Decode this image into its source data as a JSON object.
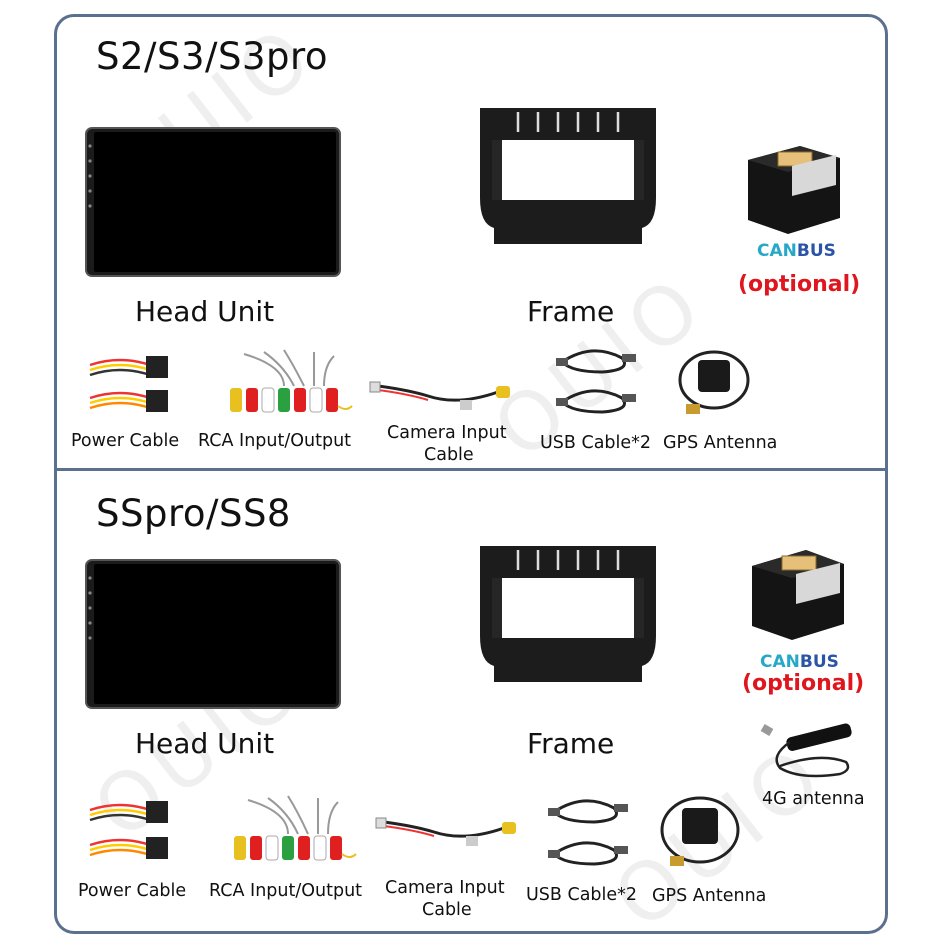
{
  "sections": [
    {
      "title": "S2/S3/S3pro",
      "head_unit_label": "Head Unit",
      "frame_label": "Frame",
      "canbus_can": "CAN",
      "canbus_bus": "BUS",
      "optional_label": "(optional)",
      "accessories": [
        "Power Cable",
        "RCA Input/Output",
        "Camera Input",
        "Cable",
        "USB Cable*2",
        "GPS Antenna"
      ]
    },
    {
      "title": "SSpro/SS8",
      "head_unit_label": "Head Unit",
      "frame_label": "Frame",
      "canbus_can": "CAN",
      "canbus_bus": "BUS",
      "optional_label": "(optional)",
      "antenna_4g_label": "4G antenna",
      "accessories": [
        "Power Cable",
        "RCA Input/Output",
        "Camera Input",
        "Cable",
        "USB Cable*2",
        "GPS Antenna"
      ]
    }
  ],
  "watermark": "OUIO",
  "colors": {
    "border": "#5b6f8e",
    "can": "#27a8c8",
    "bus": "#2a55a6",
    "optional": "#e0161e"
  }
}
